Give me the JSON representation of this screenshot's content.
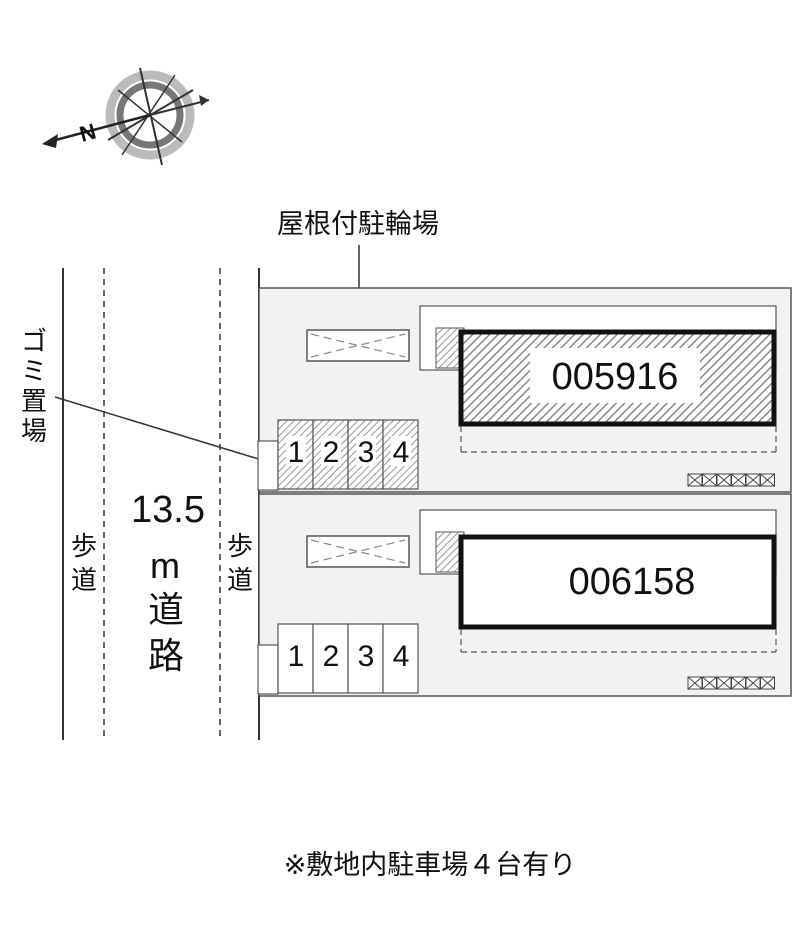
{
  "compass": {
    "label": "N",
    "icon": "north-arrow-icon"
  },
  "labels": {
    "bicycle_parking": "屋根付駐輪場",
    "garbage_area": "ゴミ置場",
    "road_width_number": "13.5",
    "road_width_unit": "m",
    "road_word": "道路",
    "sidewalk_left": "歩道",
    "sidewalk_right": "歩道",
    "note": "※敷地内駐車場４台有り"
  },
  "buildings": [
    {
      "id": "005916",
      "hatched": true
    },
    {
      "id": "006158",
      "hatched": false
    }
  ],
  "parking_rows": [
    {
      "spaces": [
        "1",
        "2",
        "3",
        "4"
      ],
      "hatched": true
    },
    {
      "spaces": [
        "1",
        "2",
        "3",
        "4"
      ],
      "hatched": false
    }
  ],
  "colors": {
    "lot_fill": "#f2f2f2",
    "outline": "#555555",
    "building_border": "#111111",
    "hatch": "#888888"
  }
}
